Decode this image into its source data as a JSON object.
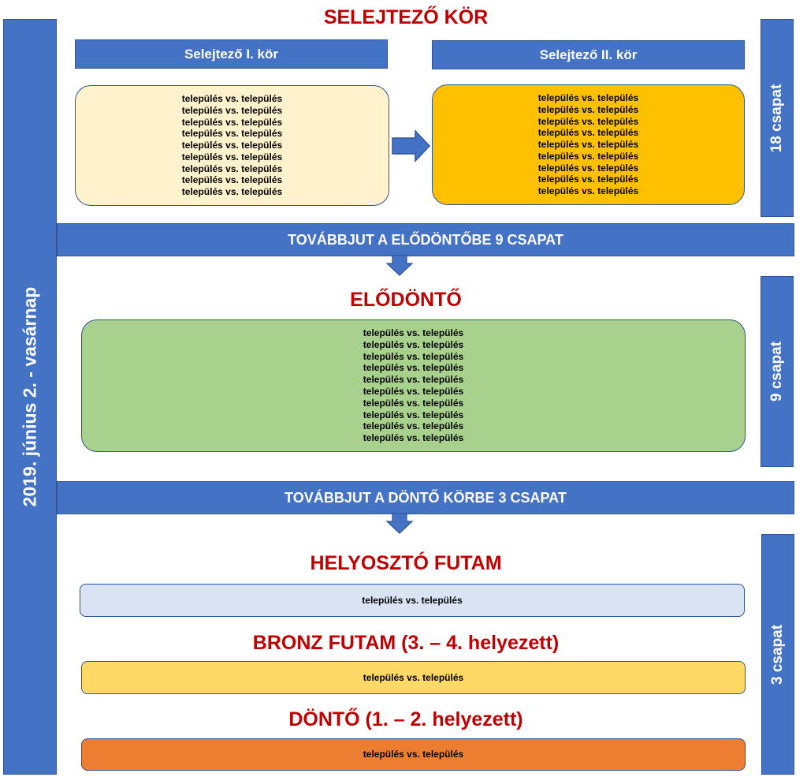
{
  "date_label": "2019. június 2. - vasárnap",
  "sections": {
    "qualifying": {
      "title": "SELEJTEZŐ KÖR",
      "round1_label": "Selejtező I. kör",
      "round2_label": "Selejtező II. kör",
      "team_count": "18 csapat",
      "round1_matches": [
        "település vs. település",
        "település vs. település",
        "település vs. település",
        "település vs. település",
        "település vs. település",
        "település vs. település",
        "település vs. település",
        "település vs. település",
        "település vs. település"
      ],
      "round2_matches": [
        "település vs. település",
        "település vs. település",
        "település vs. település",
        "település vs. település",
        "település vs. település",
        "település vs. település",
        "település vs. település",
        "település vs. település",
        "település vs. település"
      ],
      "advance_text": "TOVÁBBJUT A ELŐDÖNTŐBE 9 CSAPAT"
    },
    "semifinal": {
      "title": "ELŐDÖNTŐ",
      "team_count": "9 csapat",
      "matches": [
        "település vs. település",
        "település vs. település",
        "település vs. település",
        "település vs. település",
        "település vs. település",
        "település vs. település",
        "település vs. település",
        "település vs. település",
        "település vs. település",
        "település vs. település"
      ],
      "advance_text": "TOVÁBBJUT A DÖNTŐ KÖRBE 3 CSAPAT"
    },
    "final_round": {
      "team_count": "3 csapat",
      "placement": {
        "title": "HELYOSZTÓ FUTAM",
        "match": "település vs. település"
      },
      "bronze": {
        "title": "BRONZ FUTAM (3. – 4. helyezett)",
        "match": "település vs. település"
      },
      "final": {
        "title": "DÖNTŐ (1. – 2. helyezett)",
        "match": "település vs. település"
      }
    }
  },
  "colors": {
    "primary_blue": "#4472c4",
    "title_red": "#c00000",
    "round1_fill": "#fff2cc",
    "round2_fill": "#ffc000",
    "semifinal_fill": "#a9d18e",
    "placement_fill": "#dae3f3",
    "bronze_fill": "#ffd966",
    "final_fill": "#ed7d31"
  }
}
